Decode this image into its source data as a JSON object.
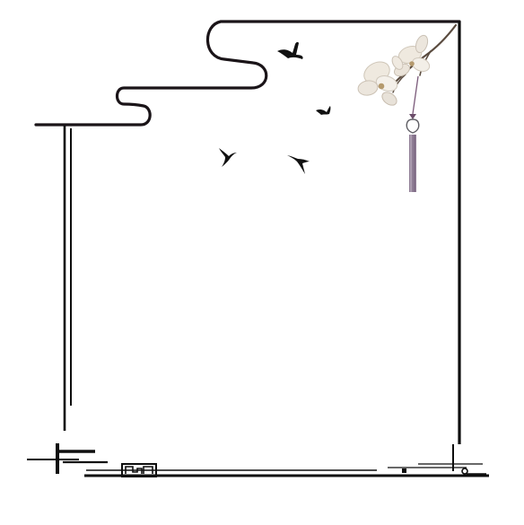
{
  "image": {
    "description_tags": [
      "chinese-ink-frame",
      "birds",
      "magnolia-branch",
      "tassel"
    ],
    "palette": {
      "ink": "#111111",
      "deep_ink": "#1a1418",
      "petal": "#efe9df",
      "petal_shadow": "#cfc6b8",
      "stem": "#5a4b3f",
      "tassel": "#7b5a7a",
      "background": "#ffffff"
    }
  }
}
